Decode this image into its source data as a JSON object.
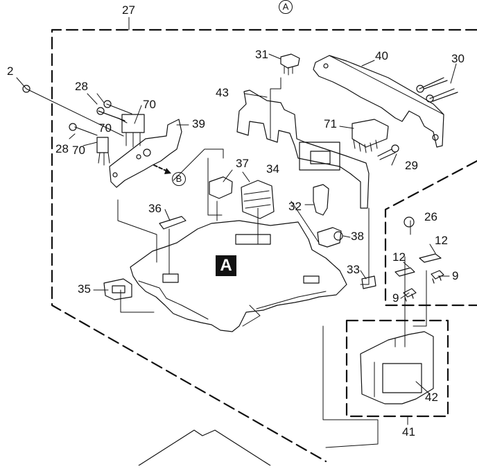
{
  "reference_circles": {
    "a": "A",
    "b": "B"
  },
  "section_marker": "A",
  "part_numbers": {
    "p2": "2",
    "p27": "27",
    "p28a": "28",
    "p28b": "28",
    "p70a": "70",
    "p70b": "70",
    "p70c": "70",
    "p39": "39",
    "p31": "31",
    "p40": "40",
    "p30": "30",
    "p43": "43",
    "p71": "71",
    "p29": "29",
    "p37": "37",
    "p34": "34",
    "p32": "32",
    "p36": "36",
    "p26": "26",
    "p12a": "12",
    "p12b": "12",
    "p38": "38",
    "p33": "33",
    "p9a": "9",
    "p9b": "9",
    "p35": "35",
    "p42": "42",
    "p41": "41"
  }
}
